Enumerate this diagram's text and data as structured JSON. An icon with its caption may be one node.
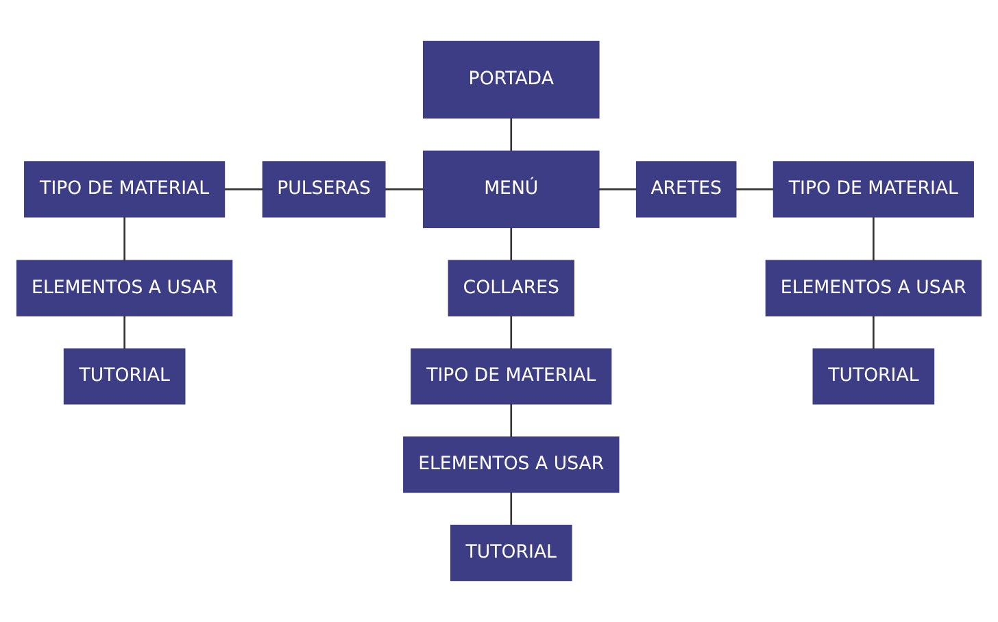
{
  "diagram": {
    "nodes": [
      {
        "text": [
          "PORTADA"
        ]
      },
      {
        "text": [
          "MENÚ"
        ]
      },
      {
        "text": [
          "PULSERAS"
        ]
      },
      {
        "text": [
          "ARETES"
        ]
      },
      {
        "text": [
          "COLLARES"
        ]
      },
      {
        "text": [
          "TIPO DE MATERIAL"
        ]
      },
      {
        "text": [
          "ELEMENTOS A USAR"
        ]
      },
      {
        "text": [
          "TUTORIAL"
        ]
      },
      {
        "text": [
          "TIPO DE MATERIAL"
        ]
      },
      {
        "text": [
          "ELEMENTOS A USAR"
        ]
      },
      {
        "text": [
          "TUTORIAL"
        ]
      },
      {
        "text": [
          "TIPO DE MATERIAL"
        ]
      },
      {
        "text": [
          "ELEMENTOS A USAR"
        ]
      },
      {
        "text": [
          "TUTORIAL"
        ]
      }
    ],
    "edges": [
      {
        "from": 0,
        "to": 1,
        "arrow": "none"
      },
      {
        "from": 1,
        "to": 2,
        "arrow": "none"
      },
      {
        "from": 1,
        "to": 3,
        "arrow": "none"
      },
      {
        "from": 1,
        "to": 4,
        "arrow": "none"
      },
      {
        "from": 2,
        "to": 5,
        "arrow": "none"
      },
      {
        "from": 5,
        "to": 6,
        "arrow": "none"
      },
      {
        "from": 6,
        "to": 7,
        "arrow": "none"
      },
      {
        "from": 4,
        "to": 8,
        "arrow": "none"
      },
      {
        "from": 8,
        "to": 9,
        "arrow": "none"
      },
      {
        "from": 9,
        "to": 10,
        "arrow": "none"
      },
      {
        "from": 3,
        "to": 11,
        "arrow": "none"
      },
      {
        "from": 11,
        "to": 12,
        "arrow": "none"
      },
      {
        "from": 12,
        "to": 13,
        "arrow": "none"
      }
    ]
  }
}
